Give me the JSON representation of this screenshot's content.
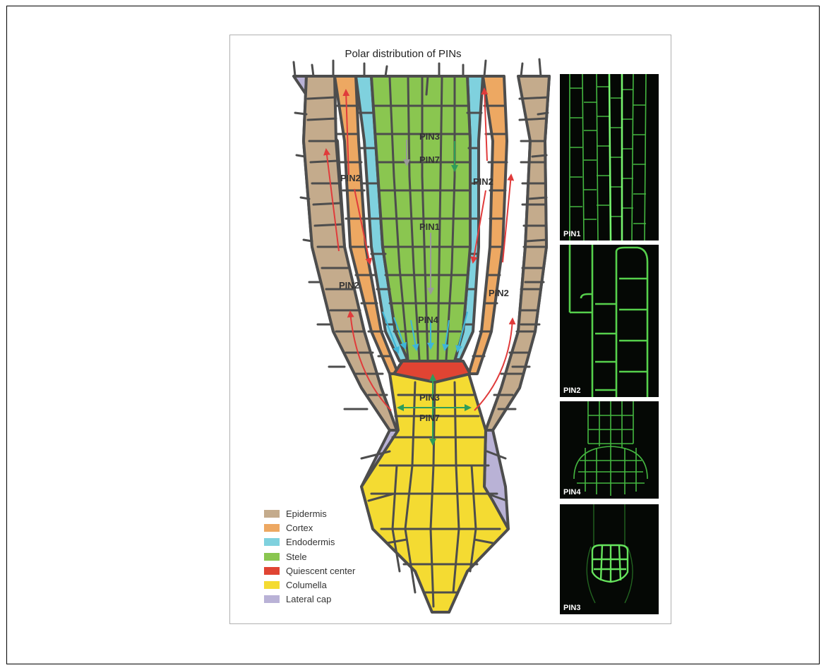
{
  "figure": {
    "title": "Polar distribution of PINs"
  },
  "colors": {
    "epidermis": "#c4ab8c",
    "cortex": "#eda862",
    "endodermis": "#7fd1de",
    "stele": "#8ac650",
    "quiescent_center": "#e04433",
    "columella": "#f4db32",
    "lateral_cap": "#b9b2d6",
    "cell_wall": "#4d4d4d",
    "arrow_red": "#e03b3b",
    "arrow_blue": "#3fb6d8",
    "arrow_green": "#2e9c5a",
    "arrow_grey": "#9a9a9a"
  },
  "legend": [
    {
      "label": "Epidermis",
      "color": "#c4ab8c"
    },
    {
      "label": "Cortex",
      "color": "#eda862"
    },
    {
      "label": "Endodermis",
      "color": "#7fd1de"
    },
    {
      "label": "Stele",
      "color": "#8ac650"
    },
    {
      "label": "Quiescent center",
      "color": "#e04433"
    },
    {
      "label": "Columella",
      "color": "#f4db32"
    },
    {
      "label": "Lateral cap",
      "color": "#b9b2d6"
    }
  ],
  "diagram_labels": {
    "pin3_top": "PIN3",
    "pin7_top": "PIN7",
    "pin1": "PIN1",
    "pin2_upper_left": "PIN2",
    "pin2_upper_right": "PIN2",
    "pin2_lower_left": "PIN2",
    "pin2_lower_right": "PIN2",
    "pin4": "PIN4",
    "pin3_bottom": "PIN3",
    "pin7_bottom": "PIN7"
  },
  "micrographs": [
    {
      "label": "PIN1"
    },
    {
      "label": "PIN2"
    },
    {
      "label": "PIN4"
    },
    {
      "label": "PIN3"
    }
  ]
}
